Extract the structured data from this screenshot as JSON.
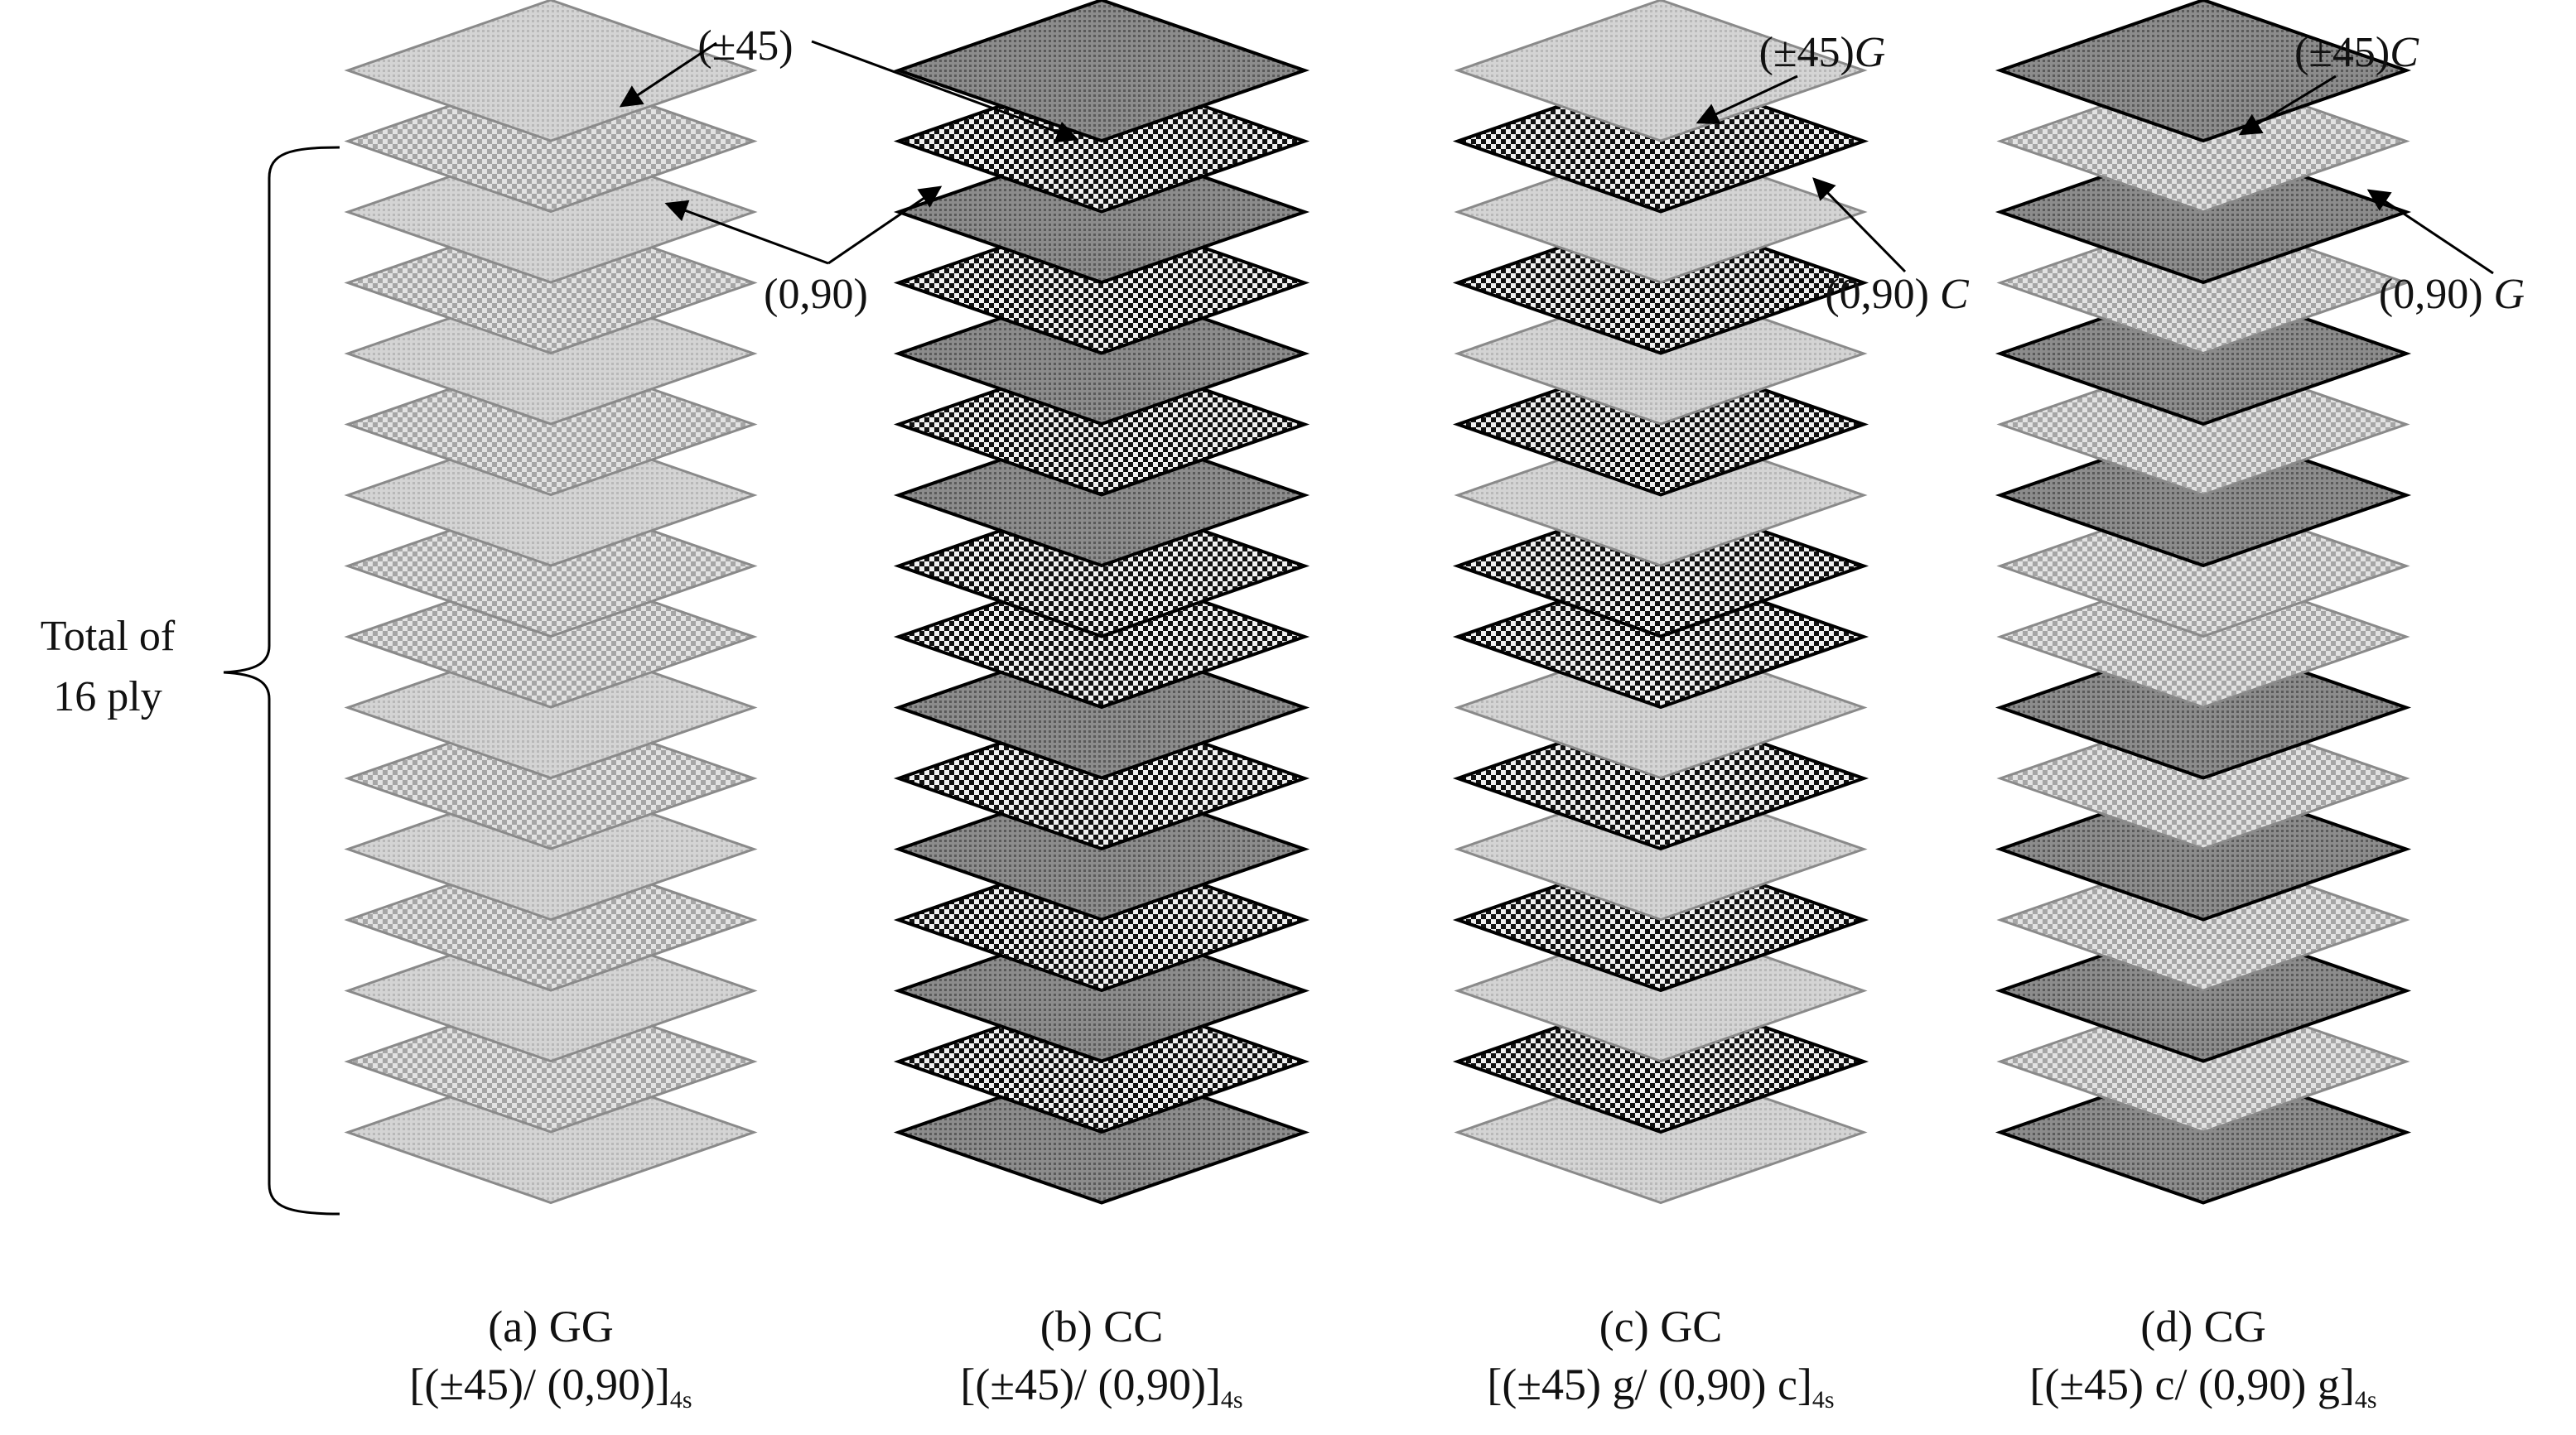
{
  "total_label": [
    "Total of",
    "16 ply"
  ],
  "plies_per_stack": 16,
  "colors": {
    "glass_dense": "#c6c6c6",
    "glass_check": "#bdbdbd",
    "carbon_dense": "#7d7d7d",
    "carbon_check": "#2a2a2a",
    "glass_stroke": "#8a8a8a",
    "carbon_stroke": "#000000"
  },
  "stacks": [
    {
      "id": "a",
      "caption": "(a) GG",
      "formula": "[(±45)/ (0,90)]",
      "formula_sub": "4s",
      "sequence": [
        "G45",
        "G90",
        "G45",
        "G90",
        "G45",
        "G90",
        "G45",
        "G90",
        "G90",
        "G45",
        "G90",
        "G45",
        "G90",
        "G45",
        "G90",
        "G45"
      ],
      "ann_top": {
        "text": "(±45)",
        "suffix": ""
      },
      "ann_second": {
        "text": "(0,90)",
        "suffix": ""
      }
    },
    {
      "id": "b",
      "caption": "(b) CC",
      "formula": "[(±45)/ (0,90)]",
      "formula_sub": "4s",
      "sequence": [
        "C45",
        "C90",
        "C45",
        "C90",
        "C45",
        "C90",
        "C45",
        "C90",
        "C90",
        "C45",
        "C90",
        "C45",
        "C90",
        "C45",
        "C90",
        "C45"
      ]
    },
    {
      "id": "c",
      "caption": "(c) GC",
      "formula": "[(±45) g/ (0,90) c]",
      "formula_sub": "4s",
      "sequence": [
        "G45",
        "C90",
        "G45",
        "C90",
        "G45",
        "C90",
        "G45",
        "C90",
        "C90",
        "G45",
        "C90",
        "G45",
        "C90",
        "G45",
        "C90",
        "G45"
      ],
      "ann_top": {
        "text": "(±45)",
        "suffix": "G"
      },
      "ann_second": {
        "text": "(0,90) ",
        "suffix": "C"
      }
    },
    {
      "id": "d",
      "caption": "(d) CG",
      "formula": "[(±45) c/ (0,90) g]",
      "formula_sub": "4s",
      "sequence": [
        "C45",
        "G90",
        "C45",
        "G90",
        "C45",
        "G90",
        "C45",
        "G90",
        "G90",
        "C45",
        "G90",
        "C45",
        "G90",
        "C45",
        "G90",
        "C45"
      ],
      "ann_top": {
        "text": "(±45)",
        "suffix": "C"
      },
      "ann_second": {
        "text": "(0,90) ",
        "suffix": "G"
      }
    }
  ]
}
